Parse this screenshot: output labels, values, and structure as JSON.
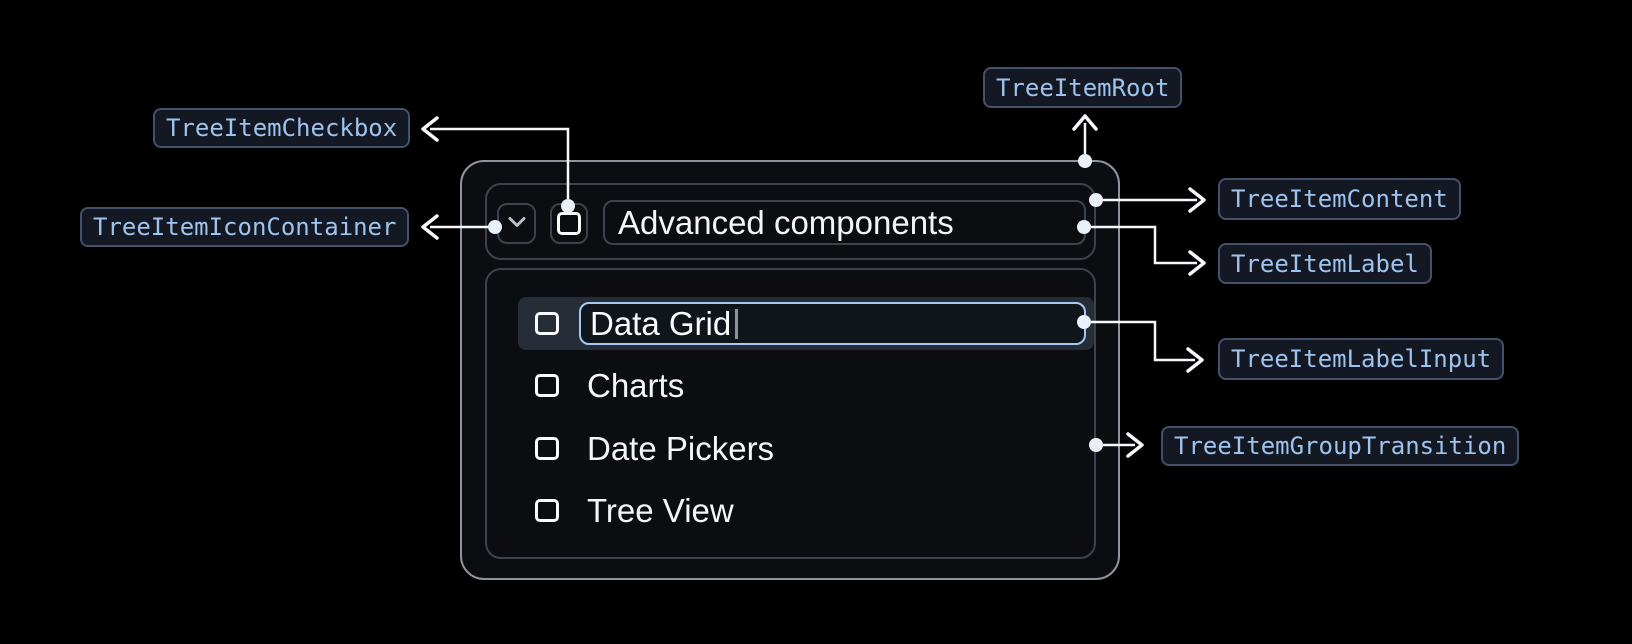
{
  "annotations": {
    "root": "TreeItemRoot",
    "checkbox": "TreeItemCheckbox",
    "icon_container": "TreeItemIconContainer",
    "content": "TreeItemContent",
    "label": "TreeItemLabel",
    "label_input": "TreeItemLabelInput",
    "group_transition": "TreeItemGroupTransition"
  },
  "tree": {
    "parent": {
      "label": "Advanced components",
      "expanded": true,
      "checkbox_checked": false
    },
    "editing_item": {
      "value": "Data Grid",
      "checkbox_checked": false,
      "editing": true
    },
    "items": [
      {
        "label": "Charts",
        "checkbox_checked": false
      },
      {
        "label": "Date Pickers",
        "checkbox_checked": false
      },
      {
        "label": "Tree View",
        "checkbox_checked": false
      }
    ]
  },
  "icons": {
    "chevron_down": "chevron-down-icon",
    "checkbox_unchecked": "checkbox-unchecked-icon"
  },
  "colors": {
    "page_background": "#000000",
    "annotation_text": "#9DC3EE",
    "annotation_background": "#131822",
    "annotation_border": "#43516A",
    "connector": "#F6F9FC",
    "root_border": "#8D949D",
    "inner_border": "#3C434C",
    "component_background": "#0B0D11",
    "row_highlight": "#272D37",
    "input_focus_border": "#A5C9F4",
    "item_text": "#F4F5F7"
  }
}
